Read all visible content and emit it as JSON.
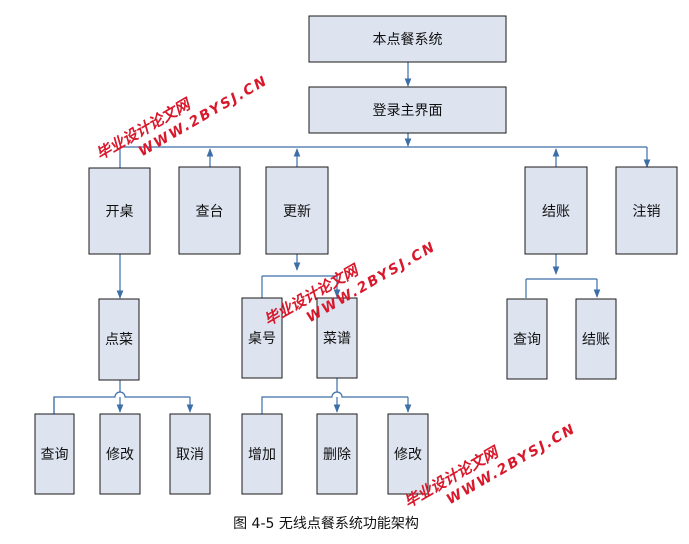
{
  "diagram": {
    "root": "本点餐系统",
    "main": "登录主界面",
    "l1": {
      "open": "开桌",
      "check": "查台",
      "update": "更新",
      "checkout": "结账",
      "logout": "注销"
    },
    "open_child": "点菜",
    "order_children": [
      "查询",
      "修改",
      "取消"
    ],
    "update_children": [
      "桌号",
      "菜谱"
    ],
    "menu_children": [
      "增加",
      "删除",
      "修改"
    ],
    "checkout_children": [
      "查询",
      "结账"
    ]
  },
  "caption": "图 4-5 无线点餐系统功能架构",
  "watermark": {
    "cn": "毕业设计论文网",
    "url": "WWW.2BYSJ.CN",
    "color": "#d8182b"
  },
  "colors": {
    "box_fill": "#dde3ef",
    "connector": "#3c6ea8"
  }
}
